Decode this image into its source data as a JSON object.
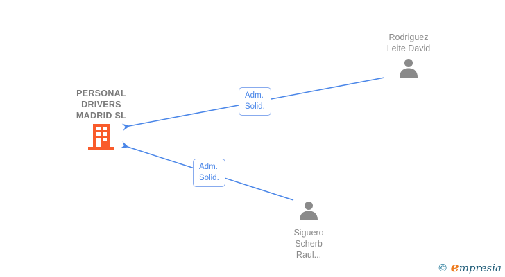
{
  "diagram": {
    "company": {
      "name_lines": [
        "PERSONAL",
        "DRIVERS",
        "MADRID SL"
      ],
      "icon": "building-icon",
      "icon_color": "#f95b2b"
    },
    "persons": [
      {
        "name_lines": [
          "Rodriguez",
          "Leite David"
        ],
        "icon": "person-icon",
        "icon_color": "#8a8a8a"
      },
      {
        "name_lines": [
          "Siguero",
          "Scherb",
          "Raul..."
        ],
        "icon": "person-icon",
        "icon_color": "#8a8a8a"
      }
    ],
    "edges": [
      {
        "from": "Rodriguez Leite David",
        "to": "PERSONAL DRIVERS MADRID SL",
        "label_lines": [
          "Adm.",
          "Solid."
        ]
      },
      {
        "from": "Siguero Scherb Raul...",
        "to": "PERSONAL DRIVERS MADRID SL",
        "label_lines": [
          "Adm.",
          "Solid."
        ]
      }
    ],
    "colors": {
      "edge_line": "#4a86e8",
      "edge_label_text": "#4a86e8",
      "edge_label_border": "#88abee",
      "company_text": "#7b7b7b",
      "person_text": "#8a8a8a",
      "person_icon": "#8a8a8a",
      "building_icon": "#f95b2b"
    }
  },
  "footer": {
    "copyright_symbol": "©",
    "brand_first_letter": "e",
    "brand_rest": "mpresia"
  }
}
